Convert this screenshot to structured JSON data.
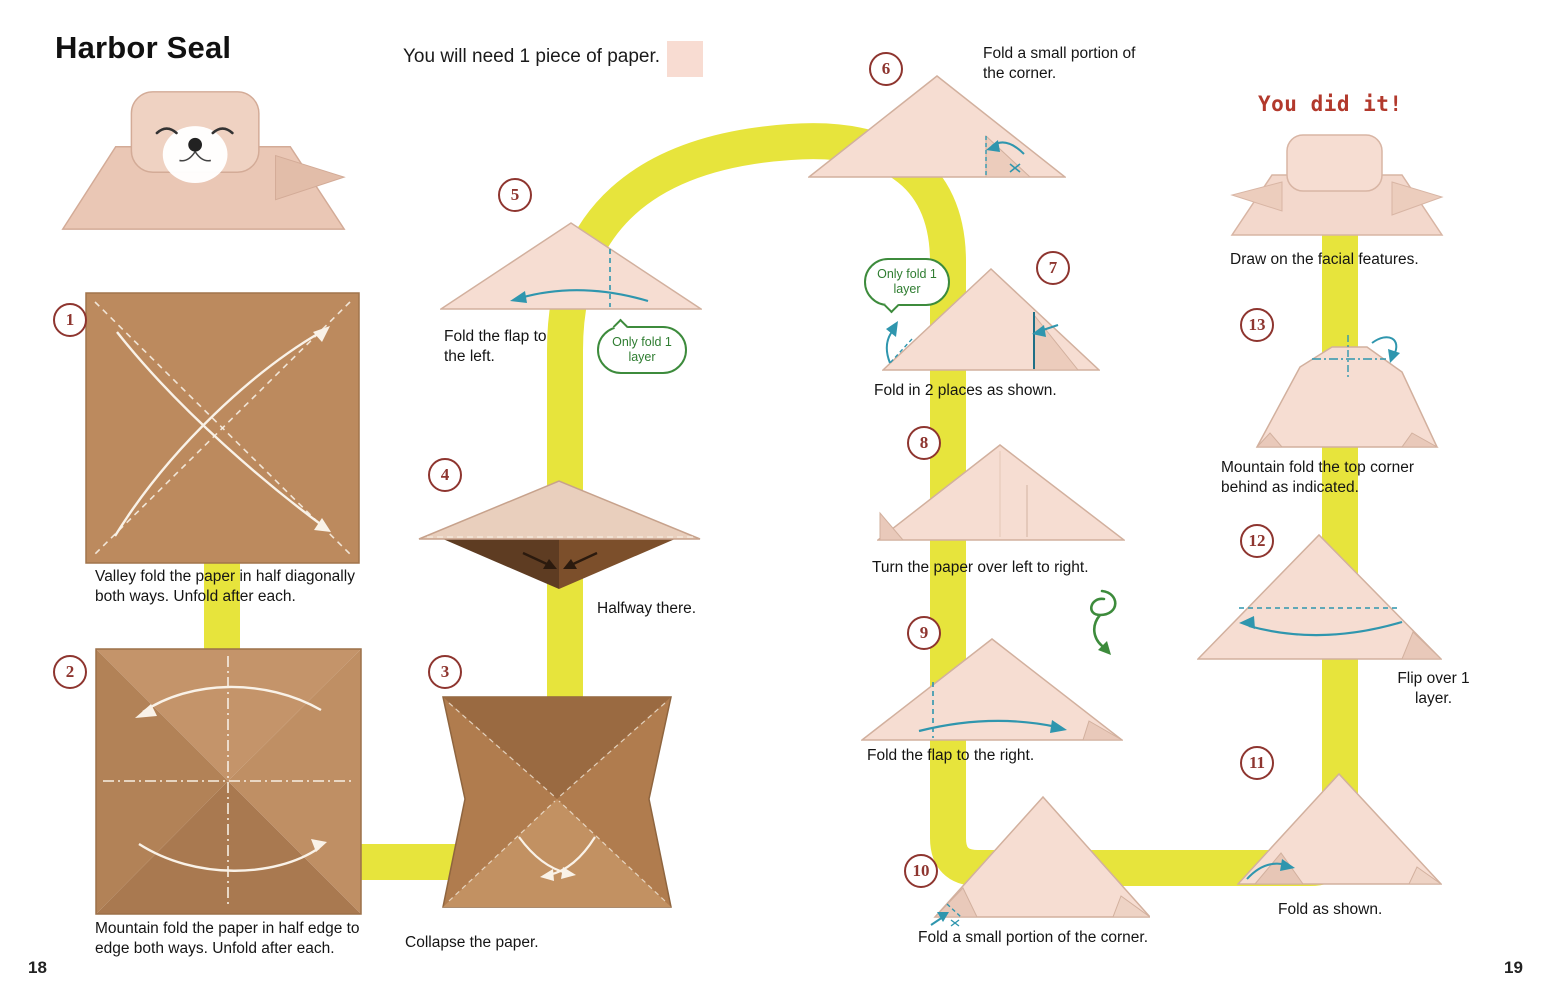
{
  "header": {
    "title": "Harbor Seal",
    "materials_note": "You will need 1 piece of paper."
  },
  "finish": {
    "exclaim": "You did it!",
    "caption": "Draw on the facial features."
  },
  "pages": {
    "left_number": "18",
    "right_number": "19"
  },
  "colors": {
    "paper_pink": "#f6ddd2",
    "paper_brown": "#bc8a5e",
    "path_yellow": "#e7e43c",
    "step_circle_red": "#8e352f",
    "arrow_blue": "#2f96ae",
    "bubble_green": "#3d8b3c"
  },
  "steps": [
    {
      "num": "1",
      "caption": "Valley fold the paper in half diagonally both ways. Unfold after each."
    },
    {
      "num": "2",
      "caption": "Mountain fold the paper in half edge to edge both ways. Unfold after each."
    },
    {
      "num": "3",
      "caption": "Collapse the paper."
    },
    {
      "num": "4",
      "caption": "Halfway there."
    },
    {
      "num": "5",
      "caption": "Fold the flap to the left.",
      "bubble": "Only fold 1 layer"
    },
    {
      "num": "6",
      "caption": "Fold a small portion of the corner."
    },
    {
      "num": "7",
      "caption": "Fold in 2 places as shown.",
      "bubble": "Only fold 1 layer"
    },
    {
      "num": "8",
      "caption": "Turn the paper over left to right."
    },
    {
      "num": "9",
      "caption": "Fold the flap to the right."
    },
    {
      "num": "10",
      "caption": "Fold a small portion of the corner."
    },
    {
      "num": "11",
      "caption": "Fold as shown."
    },
    {
      "num": "12",
      "caption": "Flip over 1 layer."
    },
    {
      "num": "13",
      "caption": "Mountain fold the top corner behind as indicated."
    }
  ]
}
